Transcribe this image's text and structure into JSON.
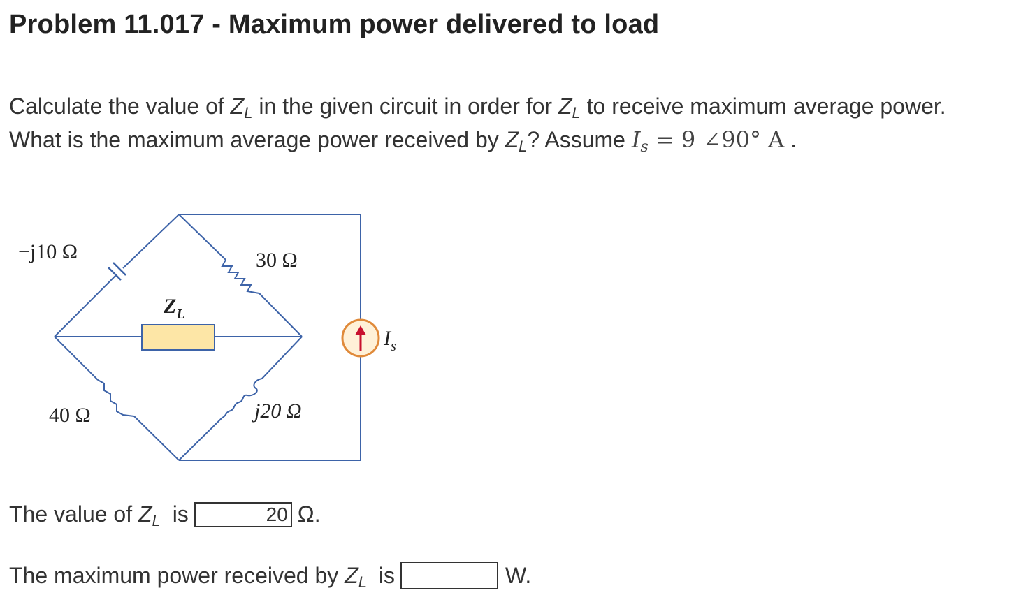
{
  "problem": {
    "title": "Problem 11.017 - Maximum power delivered to load",
    "p1": "Calculate the value of ",
    "zl_sym": "Z",
    "zl_sub": "L",
    "p2": " in the given circuit in order for ",
    "p3": " to receive maximum average power. What is the maximum average power received by ",
    "p4": "? Assume ",
    "is_sym": "I",
    "is_sub": "s",
    "is_value": " = 9 ∠90°  A",
    "p5": " ."
  },
  "circuit": {
    "cap_label": "−j10 Ω",
    "r30_label": "30 Ω",
    "r40_label": "40 Ω",
    "ind_label": "j20 Ω",
    "zl_label_sym": "Z",
    "zl_label_sub": "L",
    "source_sym": "I",
    "source_sub": "s",
    "colors": {
      "wire": "#3d63a8",
      "load_fill": "#fde6a6",
      "source_ring": "#e08a3a",
      "arrow": "#c8102e"
    }
  },
  "answers": {
    "q1_prefix": "The value of ",
    "q1_mid": " is",
    "q1_value": "20",
    "q1_unit": "Ω.",
    "q2_prefix": "The maximum power received by ",
    "q2_mid": " is",
    "q2_value": "",
    "q2_unit": "W."
  }
}
